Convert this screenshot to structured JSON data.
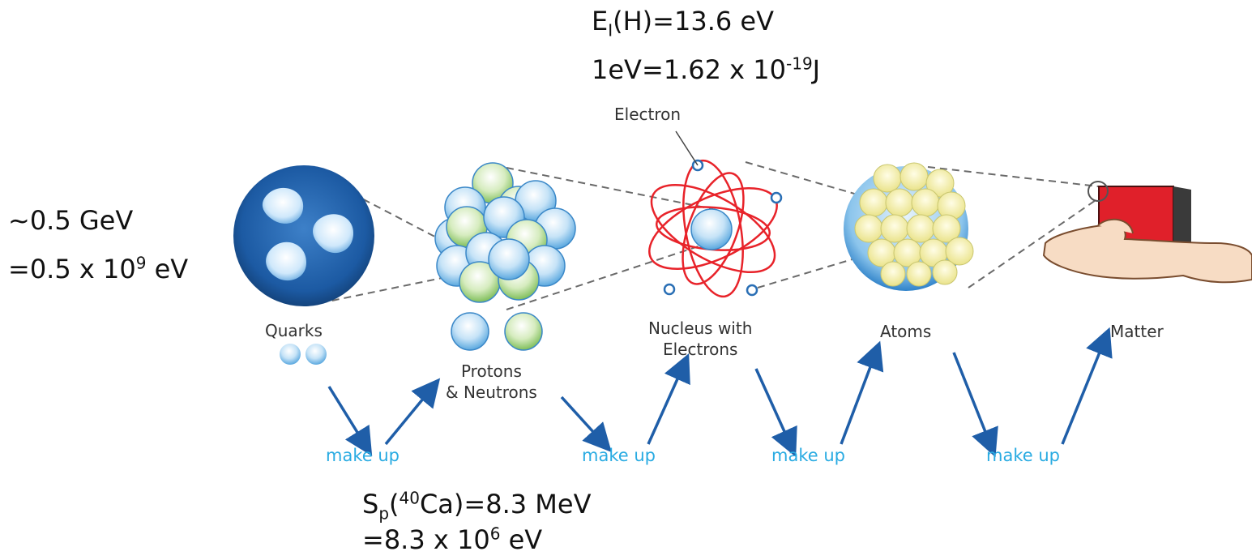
{
  "annotations": {
    "ionization": {
      "prefix": "E",
      "sub": "I",
      "suffix": "(H)=13.6 eV"
    },
    "ev_joule": {
      "prefix": "1eV=1.62 x 10",
      "sup": "-19",
      "suffix": "J"
    },
    "quark_energy": {
      "line1": "~0.5 GeV",
      "prefix": "=0.5 x 10",
      "sup": "9",
      "suffix": " eV"
    },
    "separation": {
      "prefix": "S",
      "sub": "p",
      "paren_open": "(",
      "sup": "40",
      "suffix": "Ca)=8.3 MeV",
      "line2_prefix": "=8.3 x 10",
      "line2_sup": "6",
      "line2_suffix": " eV"
    }
  },
  "labels": {
    "quarks": "Quarks",
    "protons_line1": "Protons",
    "protons_line2": "& Neutrons",
    "nucleus_line1": "Nucleus with",
    "nucleus_line2": "Electrons",
    "electron": "Electron",
    "atoms": "Atoms",
    "matter": "Matter"
  },
  "make_up": [
    "make up",
    "make up",
    "make up",
    "make up"
  ],
  "colors": {
    "arrow": "#1f5ea8",
    "make_up": "#29abe2",
    "quark_sphere": "#1f5da6",
    "nucleon_blue": "#8fc8ee",
    "nucleon_green": "#a8d68a",
    "orbit": "#e8232a",
    "atom_fill": "#fbf6b8",
    "matter_block": "#e0202a"
  }
}
